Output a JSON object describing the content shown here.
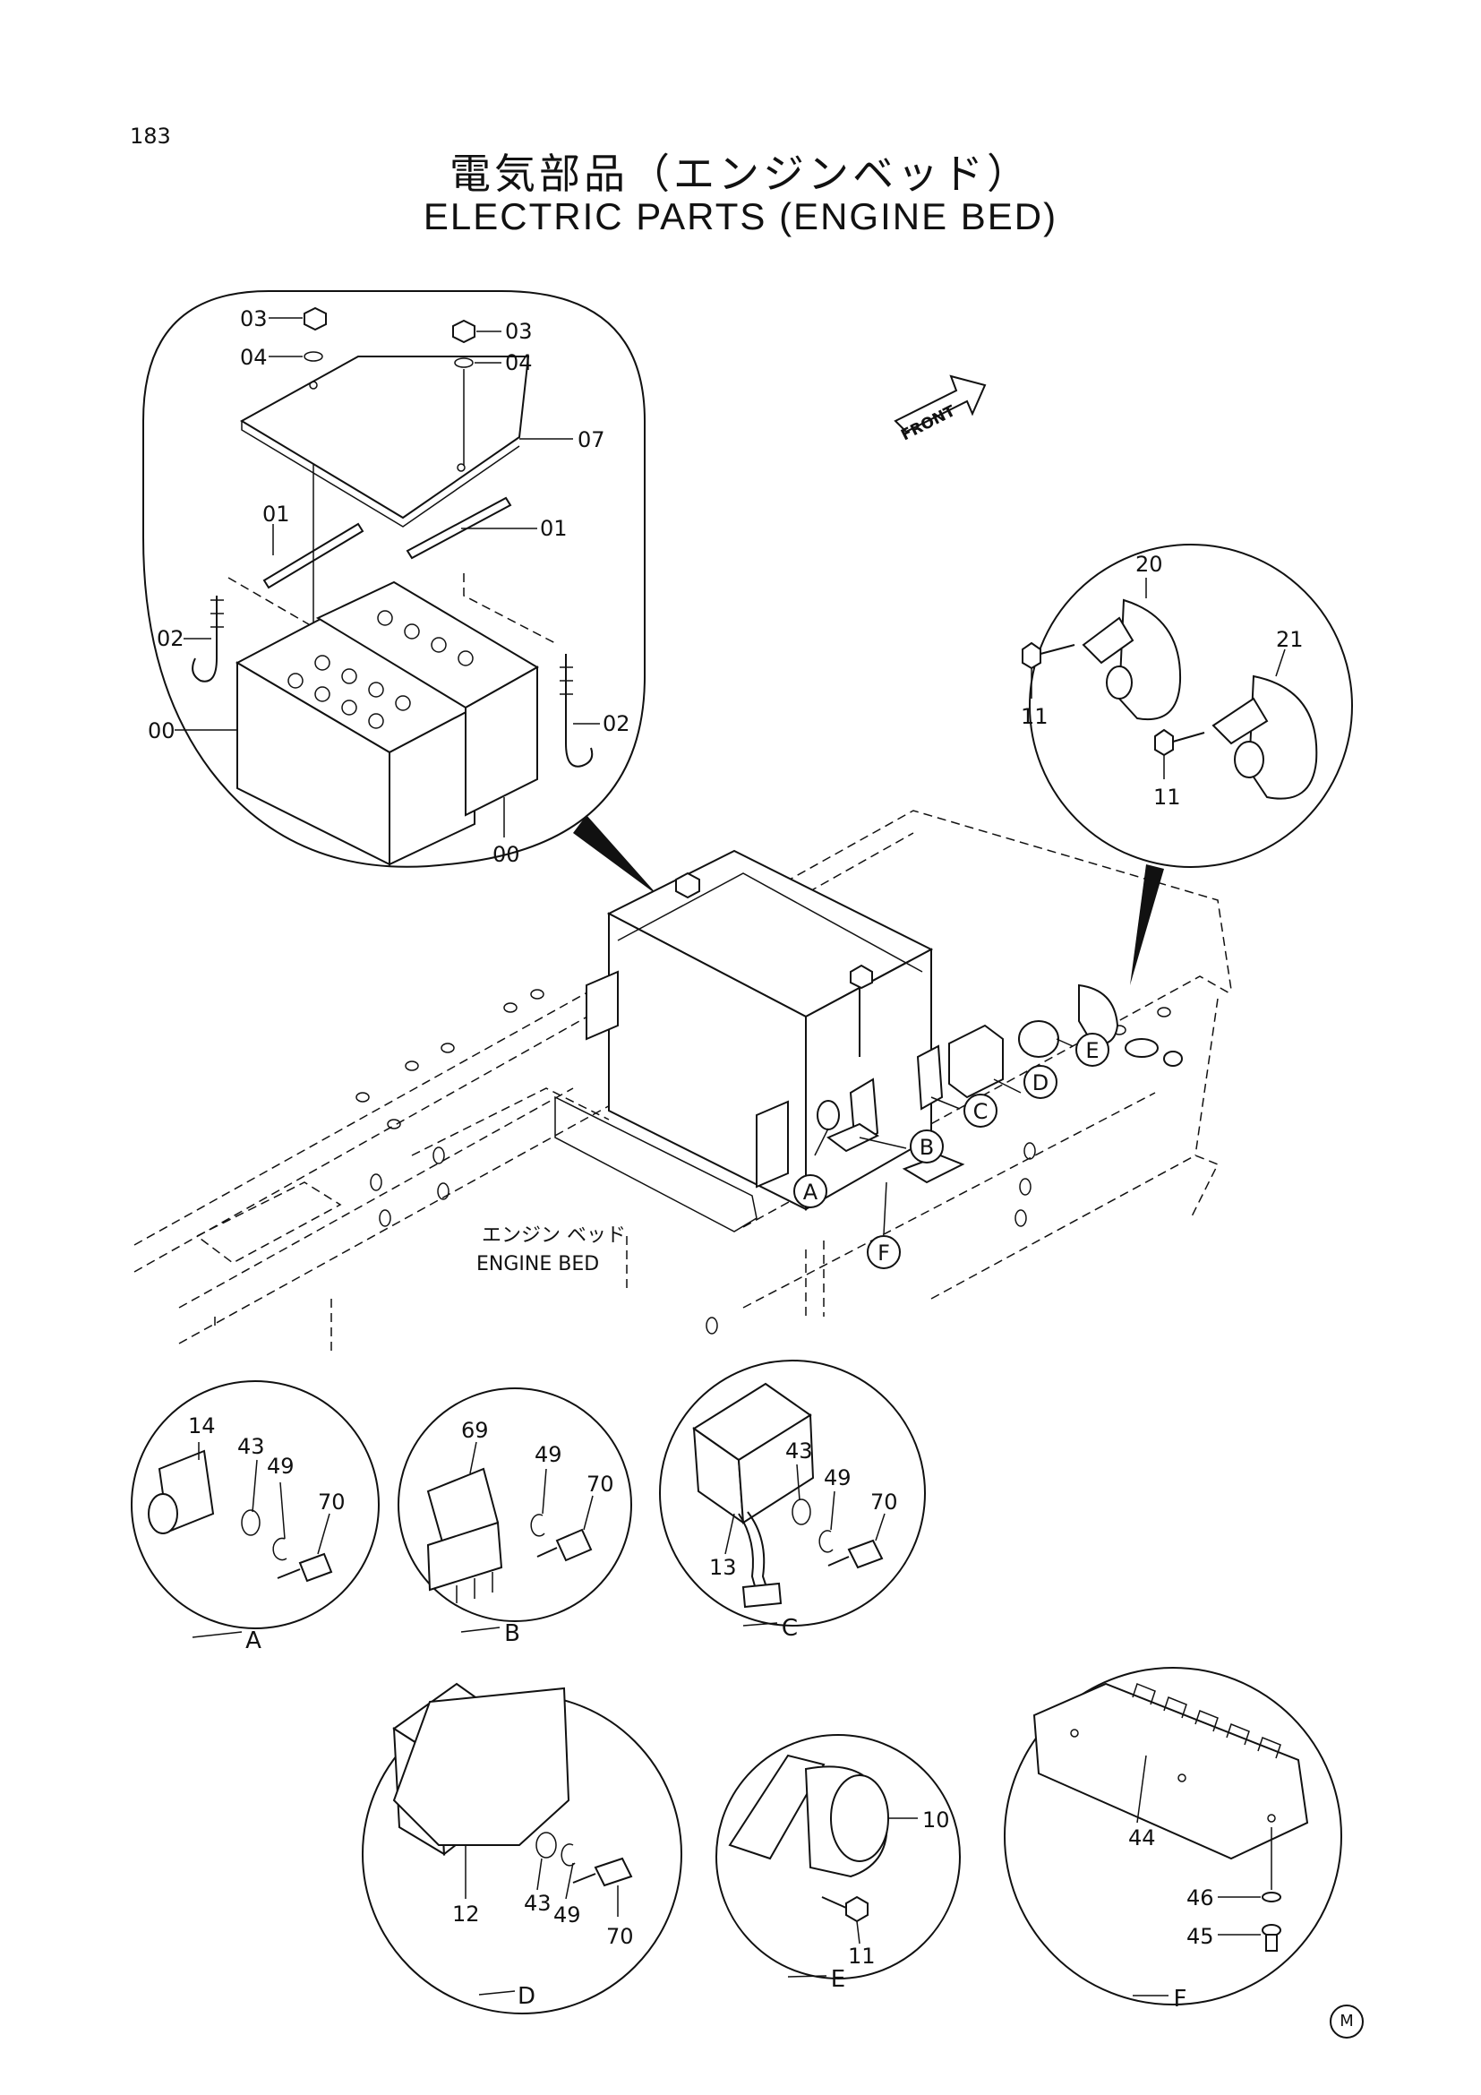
{
  "page_number": "183",
  "title_jp": "電気部品（エンジンベッド）",
  "title_en": "ELECTRIC PARTS (ENGINE BED)",
  "front_label": "FRONT",
  "engine_bed_jp": "エンジン ベッド",
  "engine_bed_en": "ENGINE BED",
  "corner_mark": "M",
  "battery_callouts": {
    "nut_left": "03",
    "washer_left": "04",
    "nut_right": "03",
    "washer_right": "04",
    "cover": "07",
    "bar_left": "01",
    "bar_right": "01",
    "rod_left": "02",
    "rod_right": "02",
    "battery_left": "00",
    "battery_right": "00"
  },
  "horn_callouts": {
    "horn_a": "20",
    "horn_b": "21",
    "bolt_a": "11",
    "bolt_b": "11"
  },
  "main_markers": {
    "a": "A",
    "b": "B",
    "c": "C",
    "d": "D",
    "e": "E",
    "f": "F"
  },
  "detail_a": {
    "letter": "A",
    "p1": "14",
    "p2": "43",
    "p3": "49",
    "p4": "70"
  },
  "detail_b": {
    "letter": "B",
    "p1": "69",
    "p2": "49",
    "p3": "70"
  },
  "detail_c": {
    "letter": "C",
    "p1": "43",
    "p2": "49",
    "p3": "70",
    "p4": "13"
  },
  "detail_d": {
    "letter": "D",
    "p1": "12",
    "p2": "43",
    "p3": "49",
    "p4": "70"
  },
  "detail_e": {
    "letter": "E",
    "p1": "10",
    "p2": "11"
  },
  "detail_f": {
    "letter": "F",
    "p1": "44",
    "p2": "46",
    "p3": "45"
  }
}
